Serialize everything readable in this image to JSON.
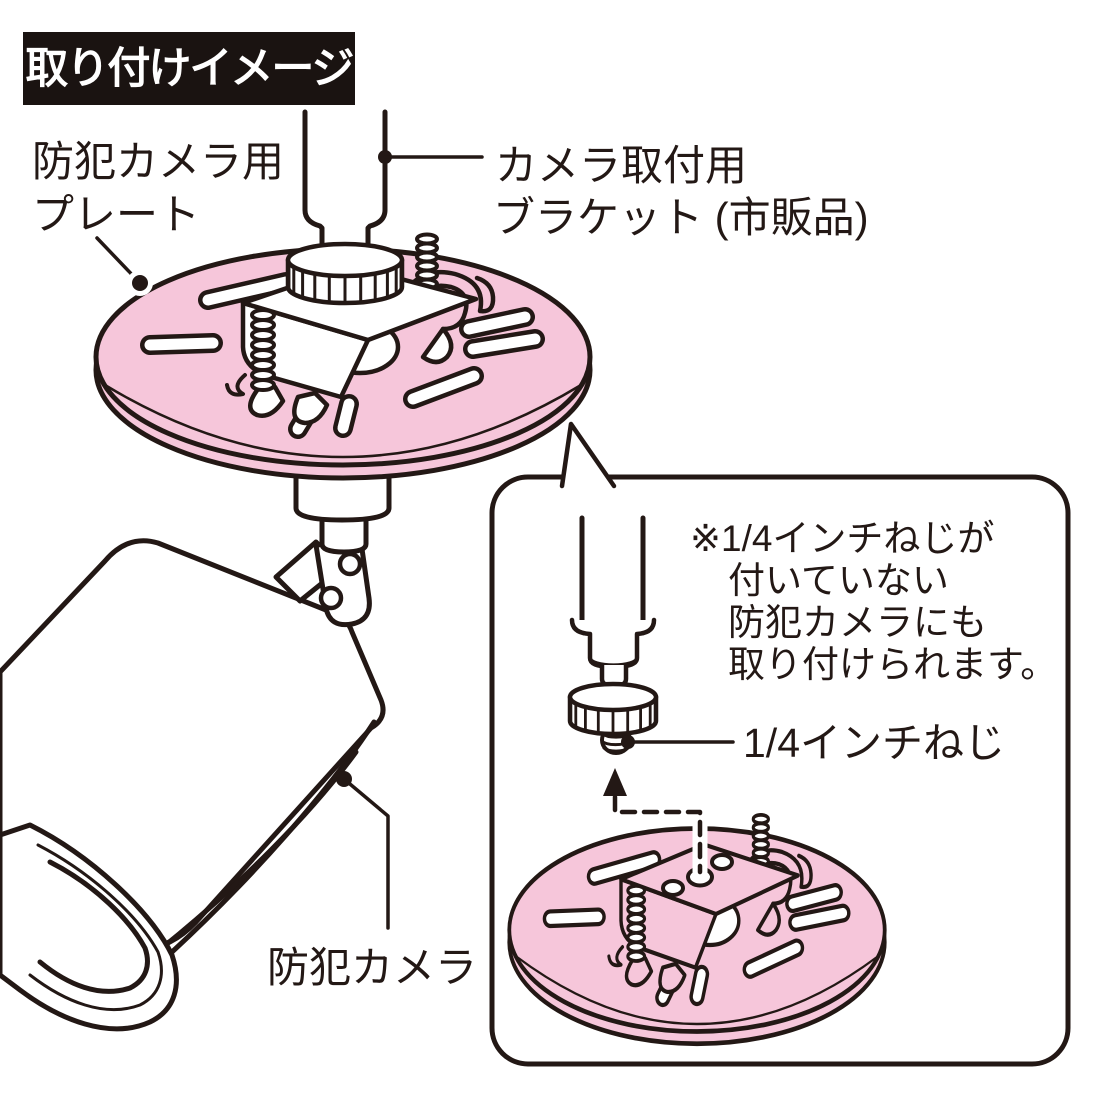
{
  "title": {
    "label": "取り付けイメージ"
  },
  "labels": {
    "plate_line1": "防犯カメラ用",
    "plate_line2": "プレート",
    "bracket_line1": "カメラ取付用",
    "bracket_line2": "ブラケット (市販品)",
    "camera": "防犯カメラ"
  },
  "inset": {
    "note_line1": "※1/4インチねじが",
    "note_line2": "付いていない",
    "note_line3": "防犯カメラにも",
    "note_line4": "取り付けられます。",
    "screw_label": "1/4インチねじ"
  },
  "colors": {
    "plate_pink": "#F6C6DA",
    "outline": "#231815",
    "title_bg": "#1A1311",
    "title_fg": "#FFFFFF",
    "background": "#FFFFFF"
  }
}
